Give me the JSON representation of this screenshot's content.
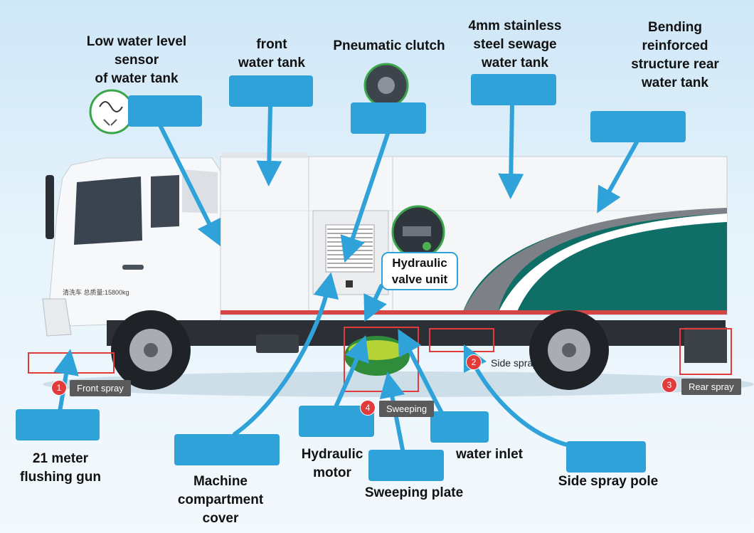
{
  "labels": {
    "low_water_sensor": "Low water level\nsensor\nof water tank",
    "front_water_tank": "front\nwater tank",
    "pneumatic_clutch": "Pneumatic clutch",
    "sewage_tank": "4mm stainless\nsteel sewage\nwater tank",
    "rear_water_tank": "Bending\nreinforced\nstructure rear\nwater tank",
    "hydraulic_valve": "Hydraulic\nvalve unit",
    "flushing_gun": "21 meter\nflushing gun",
    "compartment_cover": "Machine\ncompartment\ncover",
    "hydraulic_motor": "Hydraulic\nmotor",
    "sweeping_plate": "Sweeping plate",
    "water_inlet": "water inlet",
    "side_spray_pole": "Side spray pole"
  },
  "tags": {
    "front_spray": {
      "num": "1",
      "text": "Front spray"
    },
    "side_spray": {
      "num": "2",
      "text": "Side spray"
    },
    "rear_spray": {
      "num": "3",
      "text": "Rear spray"
    },
    "sweeping": {
      "num": "4",
      "text": "Sweeping"
    }
  },
  "truck_text": {
    "door_text": "清洗车 总质量:15800kg"
  },
  "colors": {
    "callout_box": "#2fa3d9",
    "arrow": "#2fa3d9",
    "stripe_green": "#0f6f66",
    "stripe_grey": "#7d8087",
    "highlight_frame": "#e23b3b",
    "tag_bg": "#5a5a5a"
  }
}
